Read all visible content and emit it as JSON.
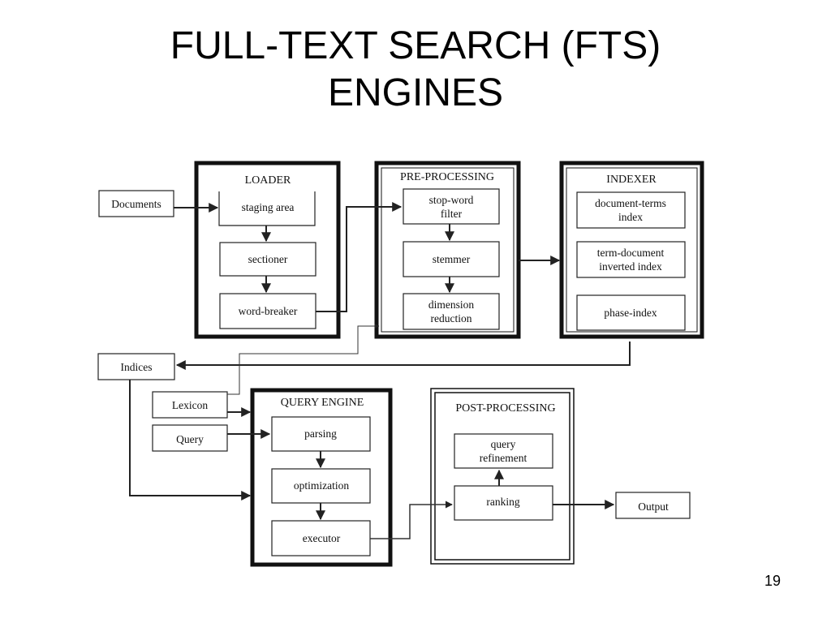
{
  "slide": {
    "title_line1": "FULL-TEXT SEARCH (FTS)",
    "title_line2": "ENGINES",
    "page_number": "19"
  },
  "diagram": {
    "inputs": {
      "documents": "Documents",
      "indices": "Indices",
      "lexicon": "Lexicon",
      "query": "Query",
      "output": "Output"
    },
    "loader": {
      "title": "LOADER",
      "staging_area": "staging area",
      "sectioner": "sectioner",
      "word_breaker": "word-breaker"
    },
    "pre_processing": {
      "title": "PRE-PROCESSING",
      "stop_word_line1": "stop-word",
      "stop_word_line2": "filter",
      "stemmer": "stemmer",
      "dimension_line1": "dimension",
      "dimension_line2": "reduction"
    },
    "indexer": {
      "title": "INDEXER",
      "doc_terms_line1": "document-terms",
      "doc_terms_line2": "index",
      "term_doc_line1": "term-document",
      "term_doc_line2": "inverted index",
      "phase_index": "phase-index"
    },
    "query_engine": {
      "title": "QUERY ENGINE",
      "parsing": "parsing",
      "optimization": "optimization",
      "executor": "executor"
    },
    "post_processing": {
      "title": "POST-PROCESSING",
      "query_refinement_line1": "query",
      "query_refinement_line2": "refinement",
      "ranking": "ranking"
    }
  }
}
